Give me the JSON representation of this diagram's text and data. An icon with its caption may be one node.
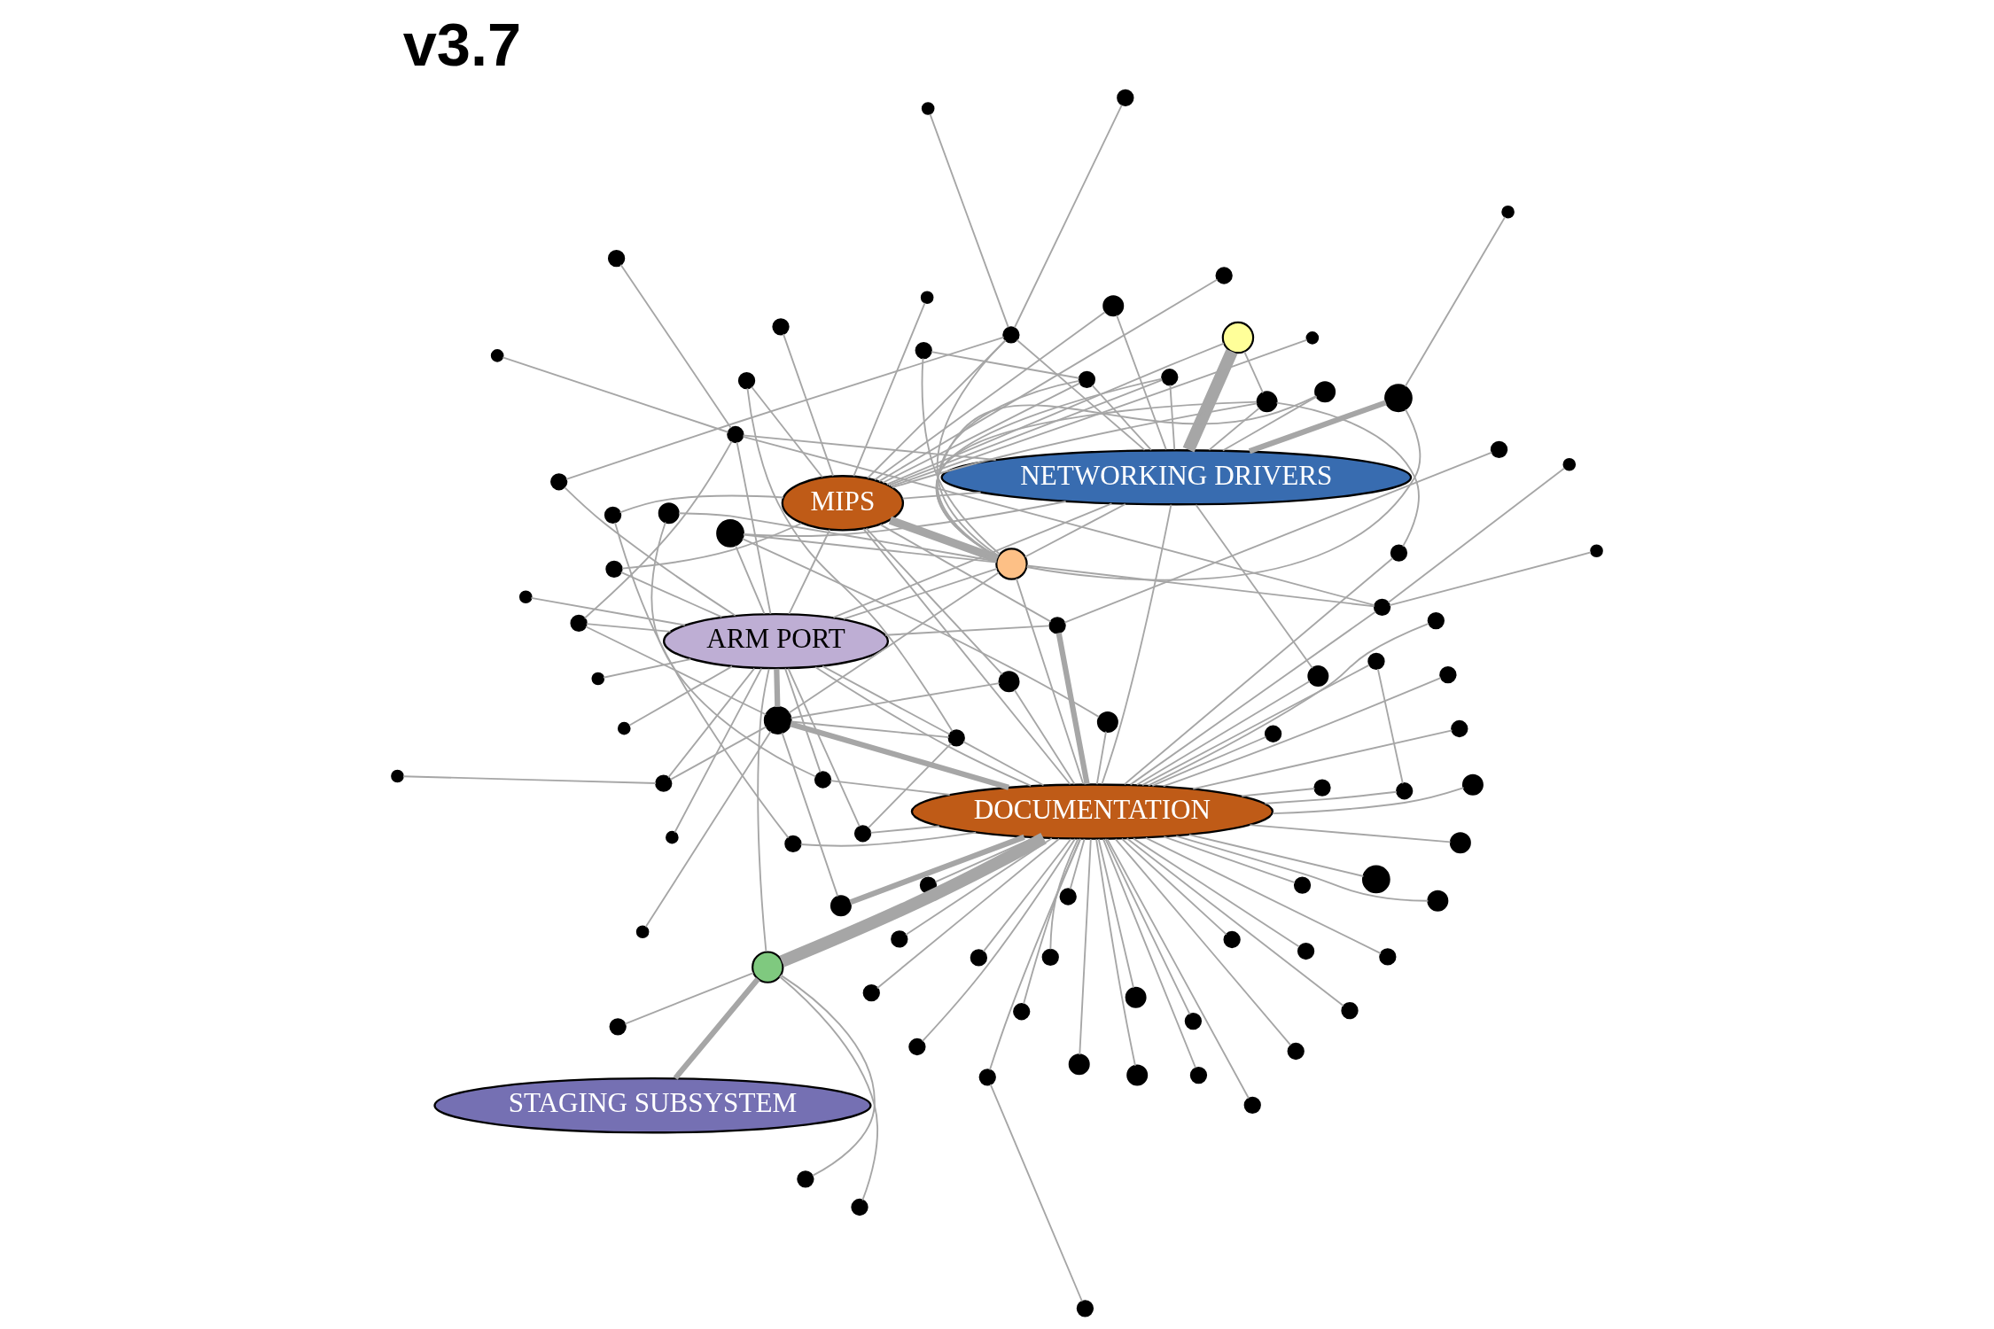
{
  "diagram": {
    "title": "v3.7",
    "nodes": [
      {
        "text": [],
        "shape": "circle"
      },
      {
        "text": [],
        "shape": "circle"
      },
      {
        "text": [],
        "shape": "circle"
      },
      {
        "text": [],
        "shape": "circle"
      },
      {
        "text": [],
        "shape": "circle"
      },
      {
        "text": [],
        "shape": "circle"
      },
      {
        "text": [],
        "shape": "circle"
      },
      {
        "text": [],
        "shape": "circle"
      },
      {
        "text": [],
        "shape": "circle"
      },
      {
        "text": [],
        "shape": "circle"
      },
      {
        "text": [],
        "shape": "circle"
      },
      {
        "text": [],
        "shape": "circle"
      },
      {
        "text": [],
        "shape": "circle"
      },
      {
        "text": [],
        "shape": "circle"
      },
      {
        "text": [],
        "shape": "circle"
      },
      {
        "text": [],
        "shape": "circle"
      },
      {
        "text": [],
        "shape": "circle"
      },
      {
        "text": [],
        "shape": "circle"
      },
      {
        "text": [],
        "shape": "circle"
      },
      {
        "text": [],
        "shape": "circle"
      },
      {
        "text": [],
        "shape": "circle"
      },
      {
        "text": [],
        "shape": "circle"
      },
      {
        "text": [],
        "shape": "circle"
      },
      {
        "text": [],
        "shape": "circle"
      },
      {
        "text": [],
        "shape": "circle"
      },
      {
        "text": [],
        "shape": "circle"
      },
      {
        "text": [],
        "shape": "circle"
      },
      {
        "text": [],
        "shape": "circle"
      },
      {
        "text": [],
        "shape": "circle"
      },
      {
        "text": [],
        "shape": "circle"
      },
      {
        "text": [
          "DOCUMENTATION"
        ]
      },
      {
        "text": [],
        "shape": "circle"
      },
      {
        "text": [],
        "shape": "circle"
      },
      {
        "text": [],
        "shape": "circle"
      },
      {
        "text": [],
        "shape": "circle"
      },
      {
        "text": [
          "STAGING SUBSYSTEM"
        ]
      },
      {
        "text": [],
        "shape": "circle"
      },
      {
        "text": [],
        "shape": "circle"
      },
      {
        "text": [],
        "shape": "circle"
      },
      {
        "text": [],
        "shape": "circle"
      },
      {
        "text": [],
        "shape": "circle"
      },
      {
        "text": [],
        "shape": "circle"
      },
      {
        "text": [
          "NETWORKING DRIVERS"
        ]
      },
      {
        "text": [],
        "shape": "circle"
      },
      {
        "text": [],
        "shape": "circle"
      },
      {
        "text": [],
        "shape": "circle"
      },
      {
        "text": [],
        "shape": "circle"
      },
      {
        "text": [],
        "shape": "circle"
      },
      {
        "text": [],
        "shape": "circle"
      },
      {
        "text": [],
        "shape": "circle"
      },
      {
        "text": [],
        "shape": "circle"
      },
      {
        "text": [],
        "shape": "circle"
      },
      {
        "text": [],
        "shape": "circle"
      },
      {
        "text": [],
        "shape": "circle"
      },
      {
        "text": [],
        "shape": "circle"
      },
      {
        "text": [],
        "shape": "circle"
      },
      {
        "text": [],
        "shape": "circle"
      },
      {
        "text": [],
        "shape": "circle"
      },
      {
        "text": [],
        "shape": "circle"
      },
      {
        "text": [],
        "shape": "circle"
      },
      {
        "text": [],
        "shape": "circle"
      },
      {
        "text": [],
        "shape": "circle"
      },
      {
        "text": [],
        "shape": "circle"
      },
      {
        "text": [],
        "shape": "circle"
      },
      {
        "text": [],
        "shape": "circle"
      },
      {
        "text": [],
        "shape": "circle"
      },
      {
        "text": [],
        "shape": "circle"
      },
      {
        "text": [],
        "shape": "circle"
      },
      {
        "text": [],
        "shape": "circle"
      },
      {
        "text": [],
        "shape": "circle"
      },
      {
        "text": [],
        "shape": "circle"
      },
      {
        "text": [
          "ARM PORT"
        ]
      },
      {
        "text": [],
        "shape": "circle"
      },
      {
        "text": [
          "MIPS"
        ]
      },
      {
        "text": [],
        "shape": "circle"
      },
      {
        "text": [],
        "shape": "circle"
      },
      {
        "text": [],
        "shape": "circle"
      },
      {
        "text": [],
        "shape": "circle"
      },
      {
        "text": [],
        "shape": "circle"
      },
      {
        "text": [],
        "shape": "circle"
      },
      {
        "text": [],
        "shape": "circle"
      },
      {
        "text": [],
        "shape": "circle"
      },
      {
        "text": [],
        "shape": "circle"
      },
      {
        "text": [],
        "shape": "circle"
      },
      {
        "text": [],
        "shape": "circle"
      },
      {
        "text": [],
        "shape": "circle"
      },
      {
        "text": [],
        "shape": "circle"
      },
      {
        "text": [],
        "shape": "circle"
      },
      {
        "text": [],
        "shape": "circle"
      },
      {
        "text": [],
        "shape": "circle"
      },
      {
        "text": [],
        "shape": "circle"
      }
    ],
    "edges": [
      {
        "from": 30,
        "to": 1,
        "arrow": "none"
      },
      {
        "from": 30,
        "to": 2,
        "arrow": "none"
      },
      {
        "from": 30,
        "to": 3,
        "arrow": "none"
      },
      {
        "from": 30,
        "to": 4,
        "arrow": "none"
      },
      {
        "from": 30,
        "to": 5,
        "arrow": "none"
      },
      {
        "from": 30,
        "to": 6,
        "arrow": "none"
      },
      {
        "from": 30,
        "to": 7,
        "arrow": "none"
      },
      {
        "from": 30,
        "to": 8,
        "arrow": "none"
      },
      {
        "from": 30,
        "to": 9,
        "arrow": "none"
      },
      {
        "from": 30,
        "to": 10,
        "arrow": "none"
      },
      {
        "from": 30,
        "to": 11,
        "arrow": "none"
      },
      {
        "from": 30,
        "to": 12,
        "arrow": "none"
      },
      {
        "from": 30,
        "to": 13,
        "arrow": "none"
      },
      {
        "from": 30,
        "to": 14,
        "arrow": "none"
      },
      {
        "from": 30,
        "to": 15,
        "arrow": "none"
      },
      {
        "from": 30,
        "to": 16,
        "arrow": "none"
      },
      {
        "from": 30,
        "to": 17,
        "arrow": "none"
      },
      {
        "from": 30,
        "to": 18,
        "arrow": "none"
      },
      {
        "from": 30,
        "to": 19,
        "arrow": "none"
      },
      {
        "from": 30,
        "to": 20,
        "arrow": "none"
      },
      {
        "from": 30,
        "to": 21,
        "arrow": "none"
      },
      {
        "from": 30,
        "to": 22,
        "arrow": "none"
      },
      {
        "from": 30,
        "to": 23,
        "arrow": "none"
      },
      {
        "from": 30,
        "to": 24,
        "arrow": "none"
      },
      {
        "from": 30,
        "to": 25,
        "arrow": "none"
      },
      {
        "from": 30,
        "to": 27,
        "arrow": "none"
      },
      {
        "from": 30,
        "to": 28,
        "arrow": "none"
      },
      {
        "from": 30,
        "to": 29,
        "arrow": "none"
      },
      {
        "from": 30,
        "to": 31,
        "arrow": "none"
      },
      {
        "from": 30,
        "to": 34,
        "arrow": "none"
      },
      {
        "from": 30,
        "to": 37,
        "arrow": "none"
      },
      {
        "from": 30,
        "to": 38,
        "arrow": "none"
      },
      {
        "from": 30,
        "to": 40,
        "arrow": "none"
      },
      {
        "from": 30,
        "to": 43,
        "arrow": "none"
      },
      {
        "from": 0,
        "to": 2,
        "arrow": "none"
      },
      {
        "from": 23,
        "to": 61,
        "arrow": "none"
      },
      {
        "from": 38,
        "to": 59,
        "arrow": "none"
      },
      {
        "from": 37,
        "to": 42,
        "arrow": "none"
      },
      {
        "from": 40,
        "to": 43,
        "arrow": "none"
      },
      {
        "from": 33,
        "to": 26,
        "arrow": "none"
      },
      {
        "from": 33,
        "to": 32,
        "arrow": "none"
      },
      {
        "from": 33,
        "to": 36,
        "arrow": "none"
      },
      {
        "from": 33,
        "to": 30,
        "arrow": "none",
        "style": "thick"
      },
      {
        "from": 33,
        "to": 35,
        "arrow": "none",
        "style": "thick"
      },
      {
        "from": 33,
        "to": 71,
        "arrow": "none"
      },
      {
        "from": 30,
        "to": 39,
        "arrow": "none",
        "style": "thick"
      },
      {
        "from": 39,
        "to": 63,
        "arrow": "none"
      },
      {
        "from": 30,
        "to": 44,
        "arrow": "none"
      },
      {
        "from": 44,
        "to": 56,
        "arrow": "none"
      },
      {
        "from": 44,
        "to": 71,
        "arrow": "none"
      },
      {
        "from": 56,
        "to": 63,
        "arrow": "none"
      },
      {
        "from": 56,
        "to": 30,
        "arrow": "none"
      },
      {
        "from": 56,
        "to": 85,
        "arrow": "none"
      },
      {
        "from": 56,
        "to": 71,
        "arrow": "none"
      },
      {
        "from": 30,
        "to": 45,
        "arrow": "none"
      },
      {
        "from": 30,
        "to": 41,
        "arrow": "none"
      },
      {
        "from": 41,
        "to": 46,
        "arrow": "none"
      },
      {
        "from": 46,
        "to": 42,
        "arrow": "none"
      },
      {
        "from": 46,
        "to": 66,
        "arrow": "none"
      },
      {
        "from": 46,
        "to": 71,
        "arrow": "none"
      },
      {
        "from": 51,
        "to": 48,
        "arrow": "none"
      },
      {
        "from": 48,
        "to": 42,
        "arrow": "none",
        "style": "thick"
      },
      {
        "from": 48,
        "to": 66,
        "arrow": "none"
      },
      {
        "from": 47,
        "to": 52,
        "arrow": "none"
      },
      {
        "from": 52,
        "to": 30,
        "arrow": "none"
      },
      {
        "from": 52,
        "to": 58,
        "arrow": "none"
      },
      {
        "from": 52,
        "to": 66,
        "arrow": "none"
      },
      {
        "from": 52,
        "to": 81,
        "arrow": "none"
      },
      {
        "from": 50,
        "to": 53,
        "arrow": "none"
      },
      {
        "from": 49,
        "to": 53,
        "arrow": "none"
      },
      {
        "from": 53,
        "to": 42,
        "arrow": "none"
      },
      {
        "from": 53,
        "to": 75,
        "arrow": "none"
      },
      {
        "from": 53,
        "to": 66,
        "arrow": "none"
      },
      {
        "from": 53,
        "to": 73,
        "arrow": "none"
      },
      {
        "from": 42,
        "to": 54,
        "arrow": "none",
        "style": "thick"
      },
      {
        "from": 54,
        "to": 61,
        "arrow": "none"
      },
      {
        "from": 54,
        "to": 73,
        "arrow": "none"
      },
      {
        "from": 55,
        "to": 71,
        "arrow": "none"
      },
      {
        "from": 55,
        "to": 73,
        "arrow": "none"
      },
      {
        "from": 57,
        "to": 42,
        "arrow": "none"
      },
      {
        "from": 57,
        "to": 73,
        "arrow": "none"
      },
      {
        "from": 60,
        "to": 42,
        "arrow": "none"
      },
      {
        "from": 60,
        "to": 66,
        "arrow": "none"
      },
      {
        "from": 60,
        "to": 73,
        "arrow": "none"
      },
      {
        "from": 61,
        "to": 66,
        "arrow": "none"
      },
      {
        "from": 61,
        "to": 73,
        "arrow": "none"
      },
      {
        "from": 61,
        "to": 42,
        "arrow": "none"
      },
      {
        "from": 62,
        "to": 63,
        "arrow": "none"
      },
      {
        "from": 63,
        "to": 72,
        "arrow": "none"
      },
      {
        "from": 63,
        "to": 71,
        "arrow": "none",
        "style": "thick"
      },
      {
        "from": 63,
        "to": 30,
        "arrow": "none",
        "style": "thick"
      },
      {
        "from": 63,
        "to": 90,
        "arrow": "none"
      },
      {
        "from": 63,
        "to": 66,
        "arrow": "none"
      },
      {
        "from": 63,
        "to": 64,
        "arrow": "none"
      },
      {
        "from": 64,
        "to": 30,
        "arrow": "none"
      },
      {
        "from": 64,
        "to": 73,
        "arrow": "none"
      },
      {
        "from": 65,
        "to": 42,
        "arrow": "none"
      },
      {
        "from": 65,
        "to": 66,
        "arrow": "none"
      },
      {
        "from": 65,
        "to": 70,
        "arrow": "none"
      },
      {
        "from": 65,
        "to": 73,
        "arrow": "none"
      },
      {
        "from": 66,
        "to": 73,
        "arrow": "none",
        "style": "thick"
      },
      {
        "from": 66,
        "to": 30,
        "arrow": "none"
      },
      {
        "from": 66,
        "to": 42,
        "arrow": "none"
      },
      {
        "from": 67,
        "to": 42,
        "arrow": "none"
      },
      {
        "from": 67,
        "to": 66,
        "arrow": "none"
      },
      {
        "from": 68,
        "to": 30,
        "arrow": "none"
      },
      {
        "from": 68,
        "to": 71,
        "arrow": "none"
      },
      {
        "from": 68,
        "to": 69,
        "arrow": "none"
      },
      {
        "from": 69,
        "to": 66,
        "arrow": "none"
      },
      {
        "from": 70,
        "to": 66,
        "arrow": "none"
      },
      {
        "from": 71,
        "to": 30,
        "arrow": "none"
      },
      {
        "from": 71,
        "to": 66,
        "arrow": "none"
      },
      {
        "from": 71,
        "to": 42,
        "arrow": "none"
      },
      {
        "from": 71,
        "to": 73,
        "arrow": "none"
      },
      {
        "from": 72,
        "to": 71,
        "arrow": "none"
      },
      {
        "from": 72,
        "to": 77,
        "arrow": "none"
      },
      {
        "from": 73,
        "to": 30,
        "arrow": "none"
      },
      {
        "from": 73,
        "to": 42,
        "arrow": "none"
      },
      {
        "from": 74,
        "to": 30,
        "arrow": "none",
        "style": "thick"
      },
      {
        "from": 74,
        "to": 71,
        "arrow": "none"
      },
      {
        "from": 74,
        "to": 76,
        "arrow": "none"
      },
      {
        "from": 74,
        "to": 73,
        "arrow": "none"
      },
      {
        "from": 75,
        "to": 71,
        "arrow": "none"
      },
      {
        "from": 59,
        "to": 73,
        "arrow": "none"
      },
      {
        "from": 71,
        "to": 78,
        "arrow": "none"
      },
      {
        "from": 71,
        "to": 79,
        "arrow": "none"
      },
      {
        "from": 71,
        "to": 81,
        "arrow": "none"
      },
      {
        "from": 71,
        "to": 87,
        "arrow": "none"
      },
      {
        "from": 71,
        "to": 88,
        "arrow": "none"
      },
      {
        "from": 71,
        "to": 90,
        "arrow": "none"
      },
      {
        "from": 73,
        "to": 82,
        "arrow": "none"
      },
      {
        "from": 73,
        "to": 83,
        "arrow": "none"
      },
      {
        "from": 73,
        "to": 84,
        "arrow": "none"
      },
      {
        "from": 73,
        "to": 85,
        "arrow": "none"
      },
      {
        "from": 73,
        "to": 86,
        "arrow": "none"
      },
      {
        "from": 81,
        "to": 80,
        "arrow": "none"
      },
      {
        "from": 81,
        "to": 89,
        "arrow": "none"
      },
      {
        "from": 81,
        "to": 90,
        "arrow": "none"
      },
      {
        "from": 81,
        "to": 42,
        "arrow": "none"
      },
      {
        "from": 30,
        "to": 42,
        "arrow": "none"
      }
    ]
  }
}
